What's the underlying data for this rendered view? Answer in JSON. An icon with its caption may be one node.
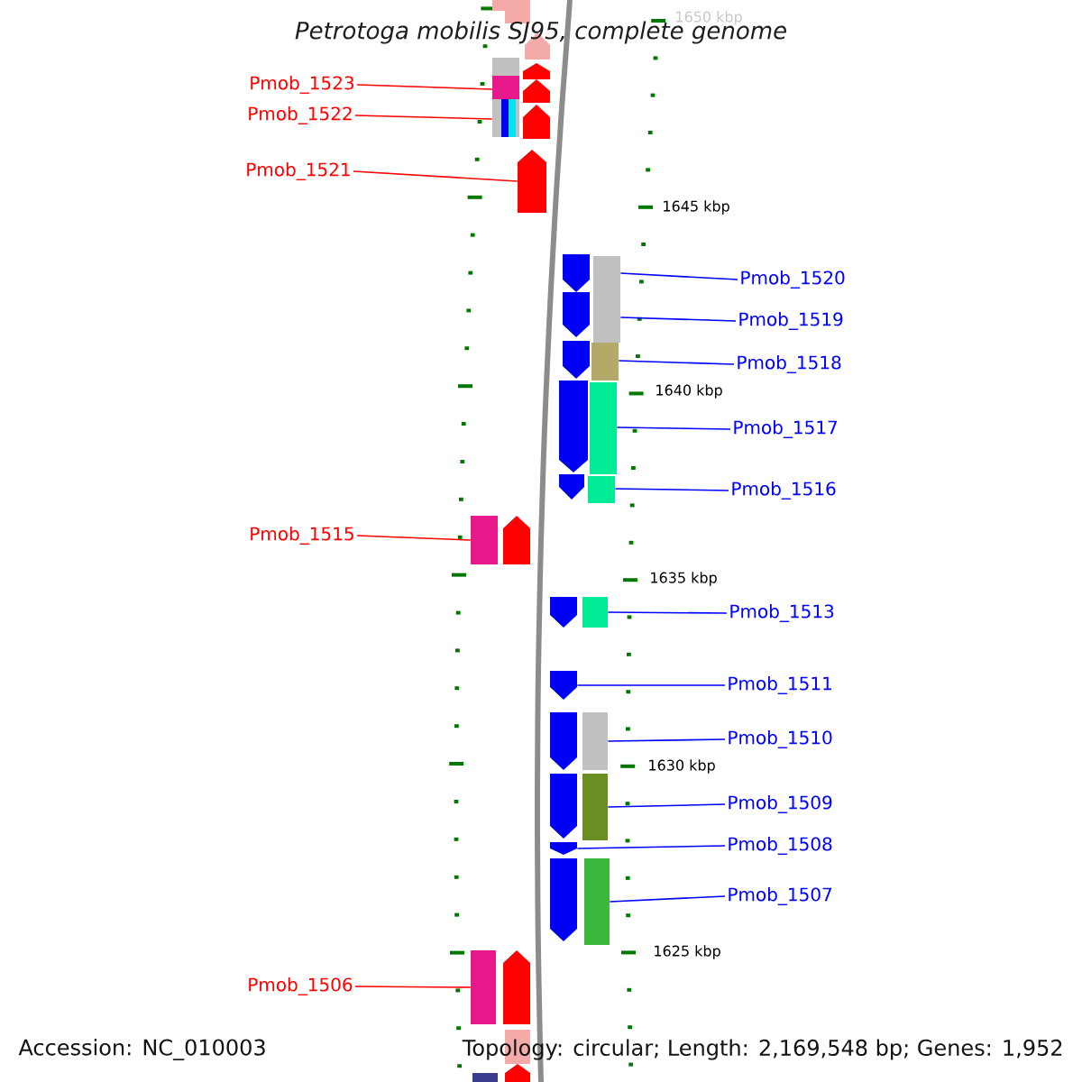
{
  "diagram": {
    "title": "Petrotoga mobilis SJ95, complete genome",
    "nodes": [
      {
        "text": [
          "Pmob_1523"
        ]
      },
      {
        "text": [
          "Pmob_1522"
        ]
      },
      {
        "text": [
          "Pmob_1521"
        ]
      },
      {
        "text": [
          "Pmob_1520"
        ]
      },
      {
        "text": [
          "Pmob_1519"
        ]
      },
      {
        "text": [
          "Pmob_1518"
        ]
      },
      {
        "text": [
          "Pmob_1517"
        ]
      },
      {
        "text": [
          "Pmob_1516"
        ]
      },
      {
        "text": [
          "Pmob_1515"
        ]
      },
      {
        "text": [
          "Pmob_1513"
        ]
      },
      {
        "text": [
          "Pmob_1511"
        ]
      },
      {
        "text": [
          "Pmob_1510"
        ]
      },
      {
        "text": [
          "Pmob_1509"
        ]
      },
      {
        "text": [
          "Pmob_1508"
        ]
      },
      {
        "text": [
          "Pmob_1507"
        ]
      },
      {
        "text": [
          "Pmob_1506"
        ]
      },
      {
        "text": [],
        "shape": "bar"
      },
      {
        "text": [],
        "shape": "bar"
      },
      {
        "text": [],
        "shape": "bar"
      },
      {
        "text": [],
        "shape": "bar"
      },
      {
        "text": [],
        "shape": "bar"
      },
      {
        "text": [],
        "shape": "bar"
      },
      {
        "text": [],
        "shape": "bar"
      },
      {
        "text": [],
        "shape": "bar"
      },
      {
        "text": [],
        "shape": "bar"
      },
      {
        "text": [],
        "shape": "bar"
      },
      {
        "text": [],
        "shape": "bar"
      },
      {
        "text": [],
        "shape": "bar"
      },
      {
        "text": [],
        "shape": "bar"
      },
      {
        "text": [],
        "shape": "bar"
      },
      {
        "text": [],
        "shape": "bar"
      },
      {
        "text": [],
        "shape": "bar"
      }
    ],
    "edges": [
      {
        "from": 0,
        "to": 16,
        "arrow": "none",
        "color": "#ff0000"
      },
      {
        "from": 1,
        "to": 17,
        "arrow": "none",
        "color": "#ff0000"
      },
      {
        "from": 2,
        "to": 18,
        "arrow": "none",
        "color": "#ff0000"
      },
      {
        "from": 3,
        "to": 19,
        "arrow": "none"
      },
      {
        "from": 4,
        "to": 20,
        "arrow": "none"
      },
      {
        "from": 5,
        "to": 21,
        "arrow": "none"
      },
      {
        "from": 6,
        "to": 22,
        "arrow": "none"
      },
      {
        "from": 7,
        "to": 23,
        "arrow": "none"
      },
      {
        "from": 8,
        "to": 24,
        "arrow": "none",
        "color": "#ff0000"
      },
      {
        "from": 9,
        "to": 25,
        "arrow": "none"
      },
      {
        "from": 10,
        "to": 26,
        "arrow": "none"
      },
      {
        "from": 11,
        "to": 27,
        "arrow": "none"
      },
      {
        "from": 12,
        "to": 28,
        "arrow": "none"
      },
      {
        "from": 13,
        "to": 29,
        "arrow": "none"
      },
      {
        "from": 14,
        "to": 30,
        "arrow": "none"
      },
      {
        "from": 15,
        "to": 31,
        "arrow": "none",
        "color": "#ff0000"
      }
    ],
    "labels": [
      "1650 kbp",
      "1645 kbp",
      "1640 kbp",
      "1635 kbp",
      "1630 kbp",
      "1625 kbp",
      "Accession: NC_010003",
      "Topology: circular; Length: 2,169,548 bp; Genes: 1,952"
    ]
  }
}
